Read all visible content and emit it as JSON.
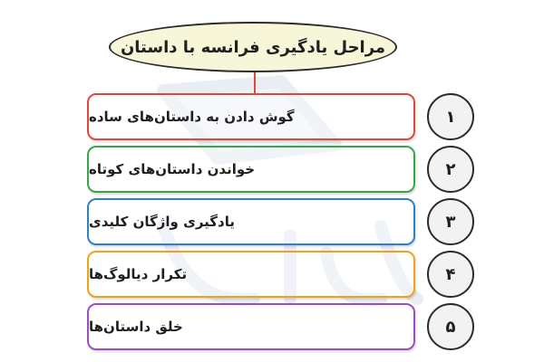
{
  "title": "مراحل یادگیری فرانسه با داستان",
  "colors": {
    "title_fill": "#f8f6d8",
    "connector": "#e2473c",
    "step1": "#e2473c",
    "step2": "#3aa64a",
    "step3": "#2f7fd1",
    "step4": "#f0a21a",
    "step5": "#9b4dc4"
  },
  "steps": [
    {
      "number": "۱",
      "label": "گوش دادن به داستان‌های ساده"
    },
    {
      "number": "۲",
      "label": "خواندن داستان‌های کوتاه"
    },
    {
      "number": "۳",
      "label": "یادگیری واژگان کلیدی"
    },
    {
      "number": "۴",
      "label": "تکرار دیالوگ‌ها"
    },
    {
      "number": "۵",
      "label": "خلق داستان‌ها"
    }
  ]
}
